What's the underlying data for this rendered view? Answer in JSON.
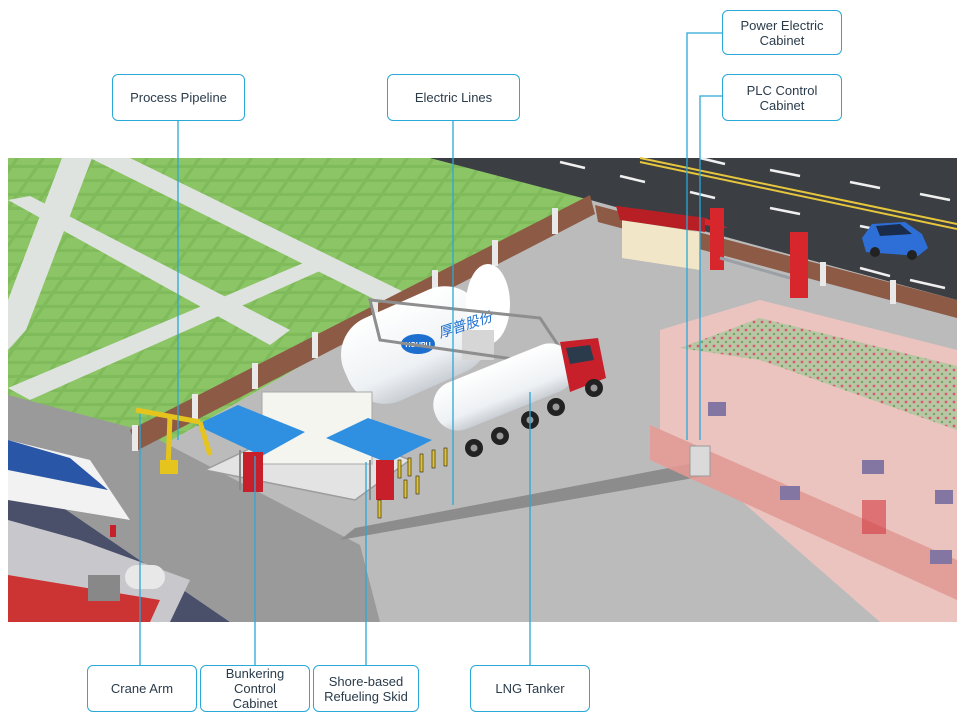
{
  "brand_text": "HOUPU",
  "brand_chinese": "厚普股份",
  "labels": {
    "power_cabinet": "Power Electric\nCabinet",
    "plc_cabinet": "PLC Control\nCabinet",
    "process_pipeline": "Process Pipeline",
    "electric_lines": "Electric Lines",
    "crane_arm": "Crane Arm",
    "bunkering_cabinet": "Bunkering Control\nCabinet",
    "refueling_skid": "Shore-based\nRefueling Skid",
    "lng_tanker": "LNG Tanker"
  },
  "colors": {
    "callout": "#2aa8d8",
    "grass": "#7fb85a",
    "road": "#3a3d42",
    "ground": "#b9b9b9",
    "canopy": "#2f8fe0",
    "guard_house": "#d9252b",
    "building": "#f2b9b4"
  }
}
